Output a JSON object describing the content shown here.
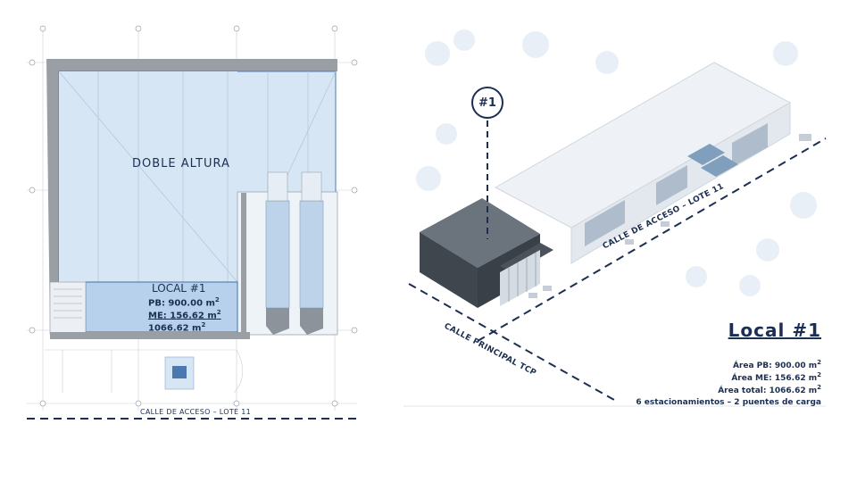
{
  "plan": {
    "doble_altura": "DOBLE ALTURA",
    "local_title": "LOCAL #1",
    "pb_text": "PB: 900.00 m",
    "me_text": "ME: 156.62 m",
    "total_text": "1066.62 m",
    "sup": "2",
    "road_label": "CALLE DE ACCESO – LOTE 11"
  },
  "iso": {
    "marker": "#1",
    "road_acceso": "CALLE DE ACCESO – LOTE 11",
    "road_principal": "CALLE PRINCIPAL TCP"
  },
  "info": {
    "title": "Local  #1",
    "area_pb": "Área PB: 900.00 m",
    "area_me": "Área ME: 156.62 m",
    "area_total": "Área total: 1066.62 m",
    "sup": "2",
    "extra": "6 estacionamientos – 2 puentes de carga"
  },
  "colors": {
    "navy": "#1c2f52",
    "plan_fill": "#d5e5f5",
    "plan_highlight": "#b9d4ee",
    "wall": "#8a8f96"
  }
}
